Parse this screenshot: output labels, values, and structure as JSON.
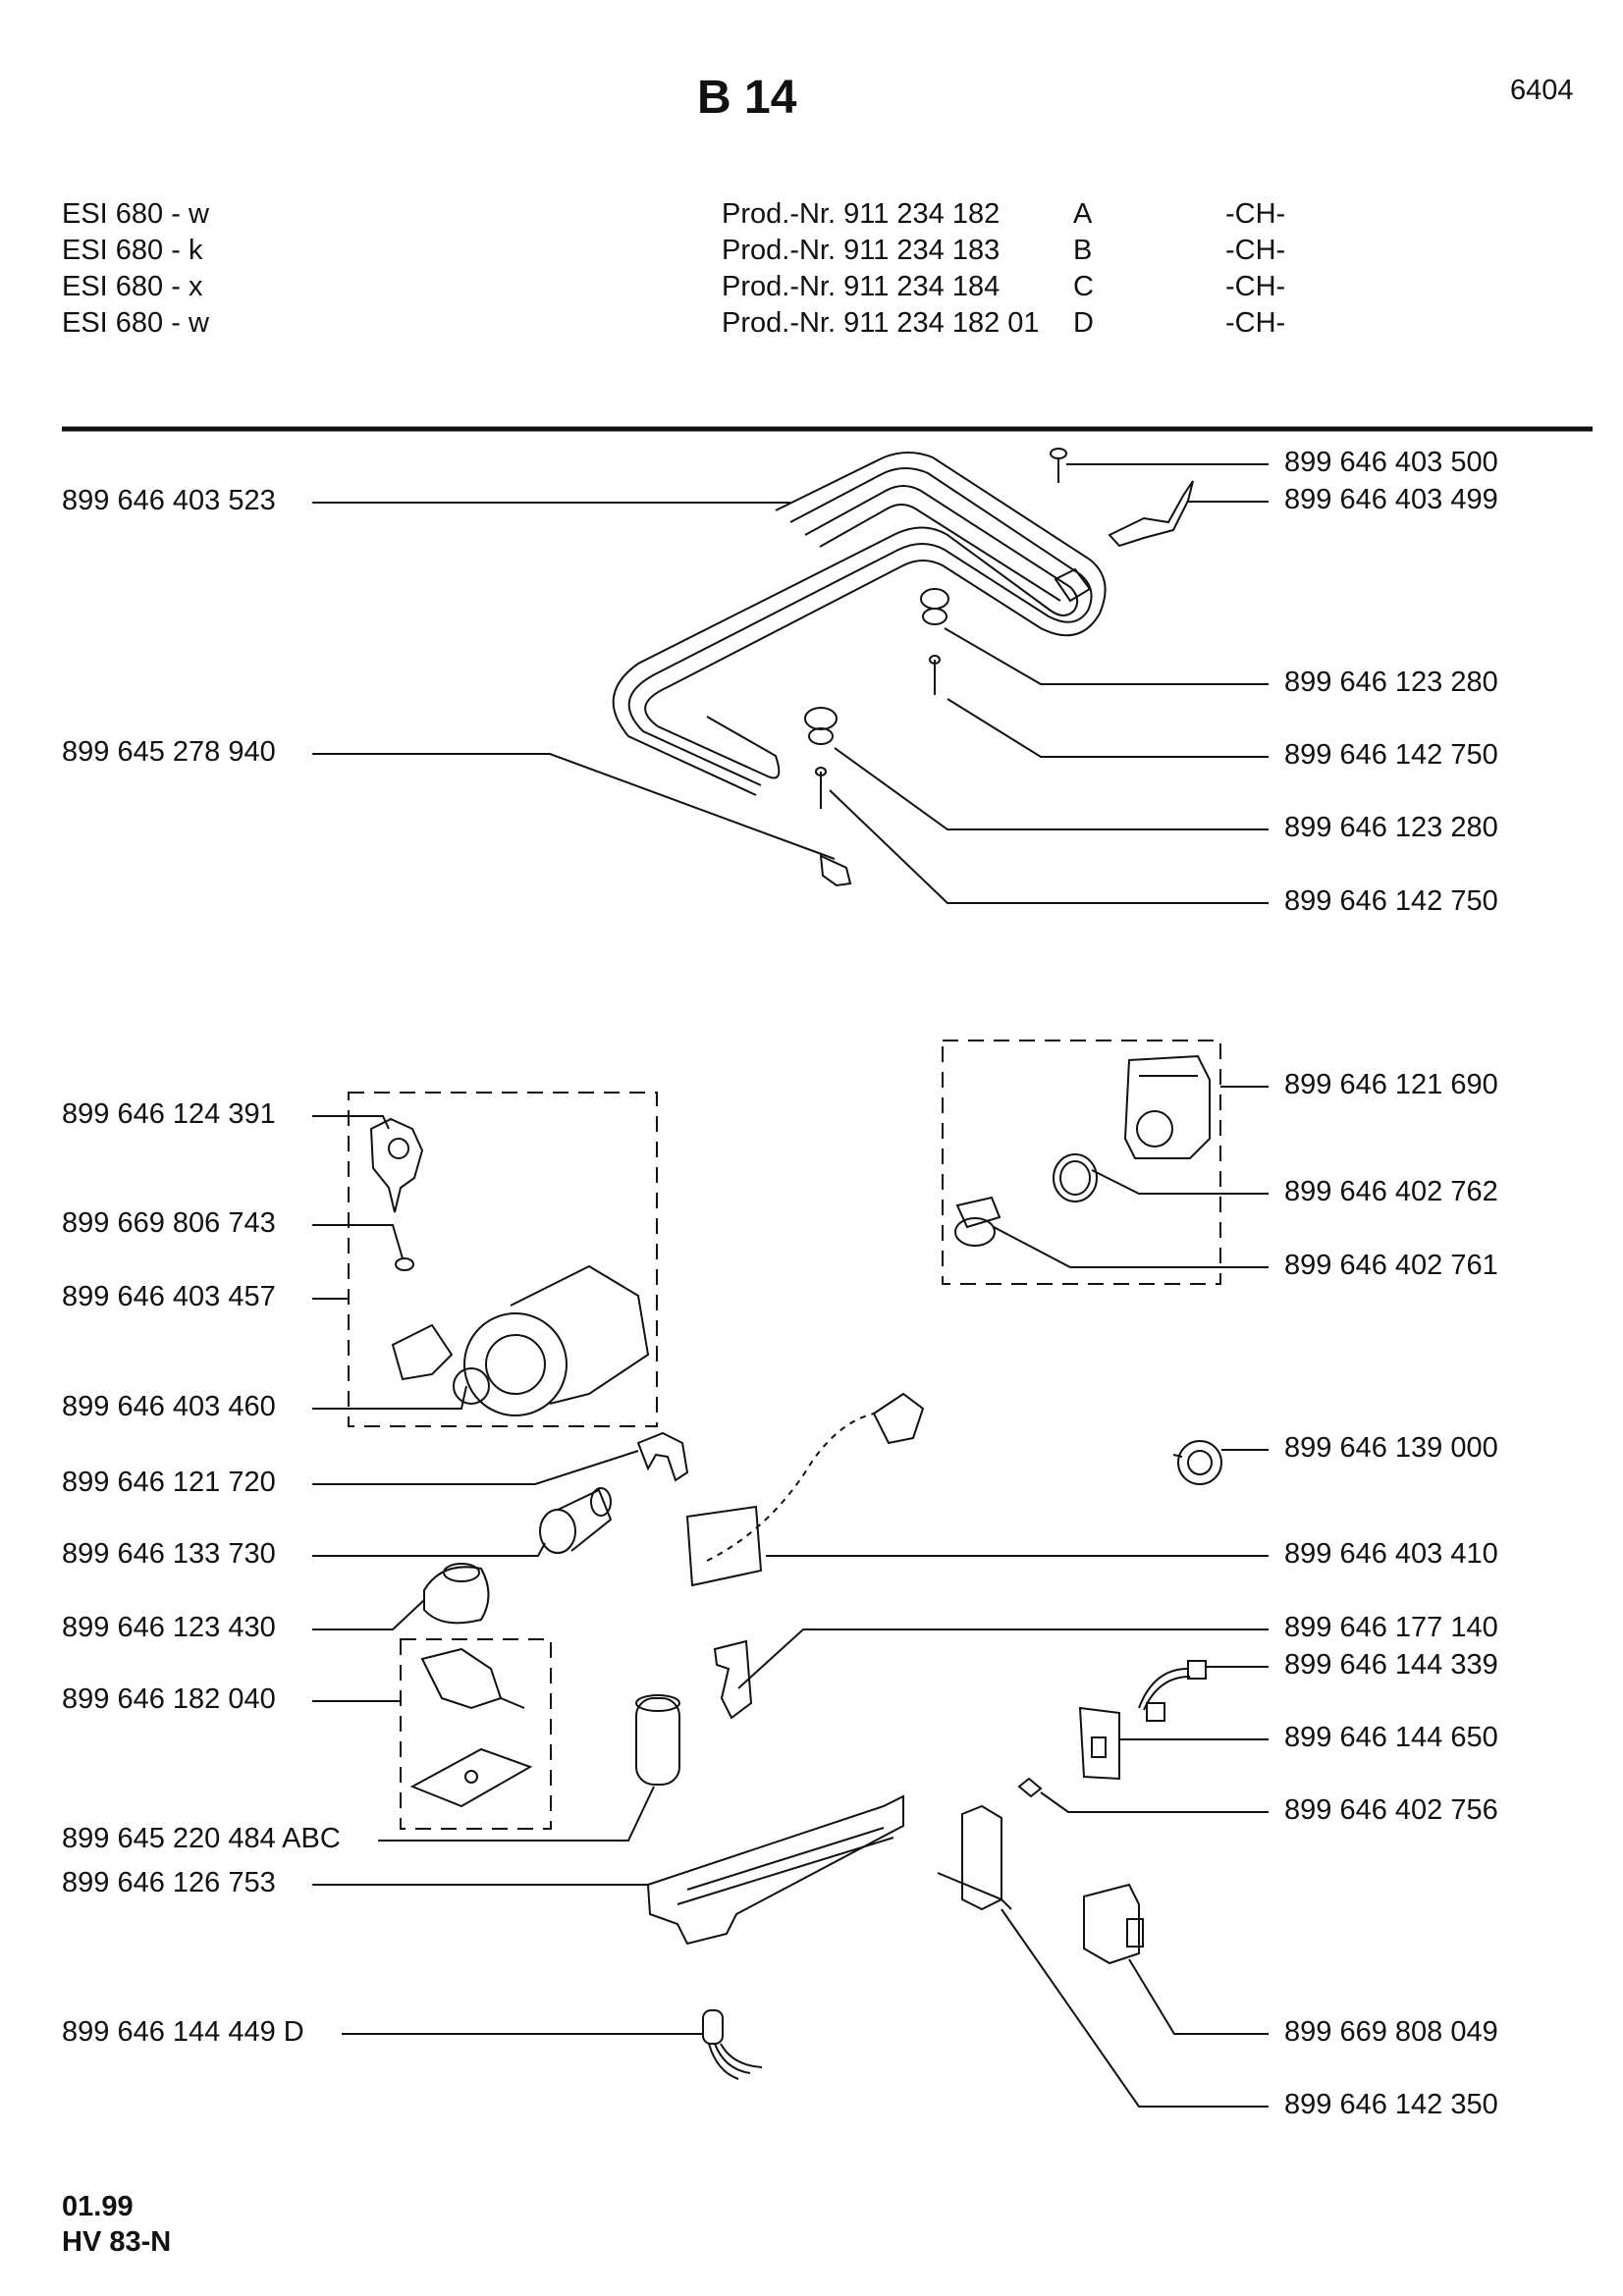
{
  "header": {
    "title": "B 14",
    "sheet_number": "6404"
  },
  "models": [
    {
      "name": "ESI 680 - w",
      "prod": "Prod.-Nr. 911 234 182",
      "variant": "A",
      "country": "-CH-"
    },
    {
      "name": "ESI 680 - k",
      "prod": "Prod.-Nr. 911 234 183",
      "variant": "B",
      "country": "-CH-"
    },
    {
      "name": "ESI 680 - x",
      "prod": "Prod.-Nr. 911 234 184",
      "variant": "C",
      "country": "-CH-"
    },
    {
      "name": "ESI 680 - w",
      "prod": "Prod.-Nr. 911 234 182 01",
      "variant": "D",
      "country": "-CH-"
    }
  ],
  "parts_left": [
    "899 646 403 523",
    "899 645 278 940",
    "899 646 124 391",
    "899 669 806 743",
    "899 646 403 457",
    "899 646 403 460",
    "899 646 121 720",
    "899 646 133 730",
    "899 646 123 430",
    "899 646 182 040",
    "899 645 220 484 ABC",
    "899 646 126 753",
    "899 646 144 449 D"
  ],
  "parts_right": [
    "899 646 403 500",
    "899 646 403 499",
    "899 646 123 280",
    "899 646 142 750",
    "899 646 123 280",
    "899 646 142 750",
    "899 646 121 690",
    "899 646 402 762",
    "899 646 402 761",
    "899 646 139 000",
    "899 646 403 410",
    "899 646 177 140",
    "899 646 144 339",
    "899 646 144 650",
    "899 646 402 756",
    "899 669 808 049",
    "899 646 142 350"
  ],
  "footer": {
    "date": "01.99",
    "code": "HV 83-N"
  }
}
